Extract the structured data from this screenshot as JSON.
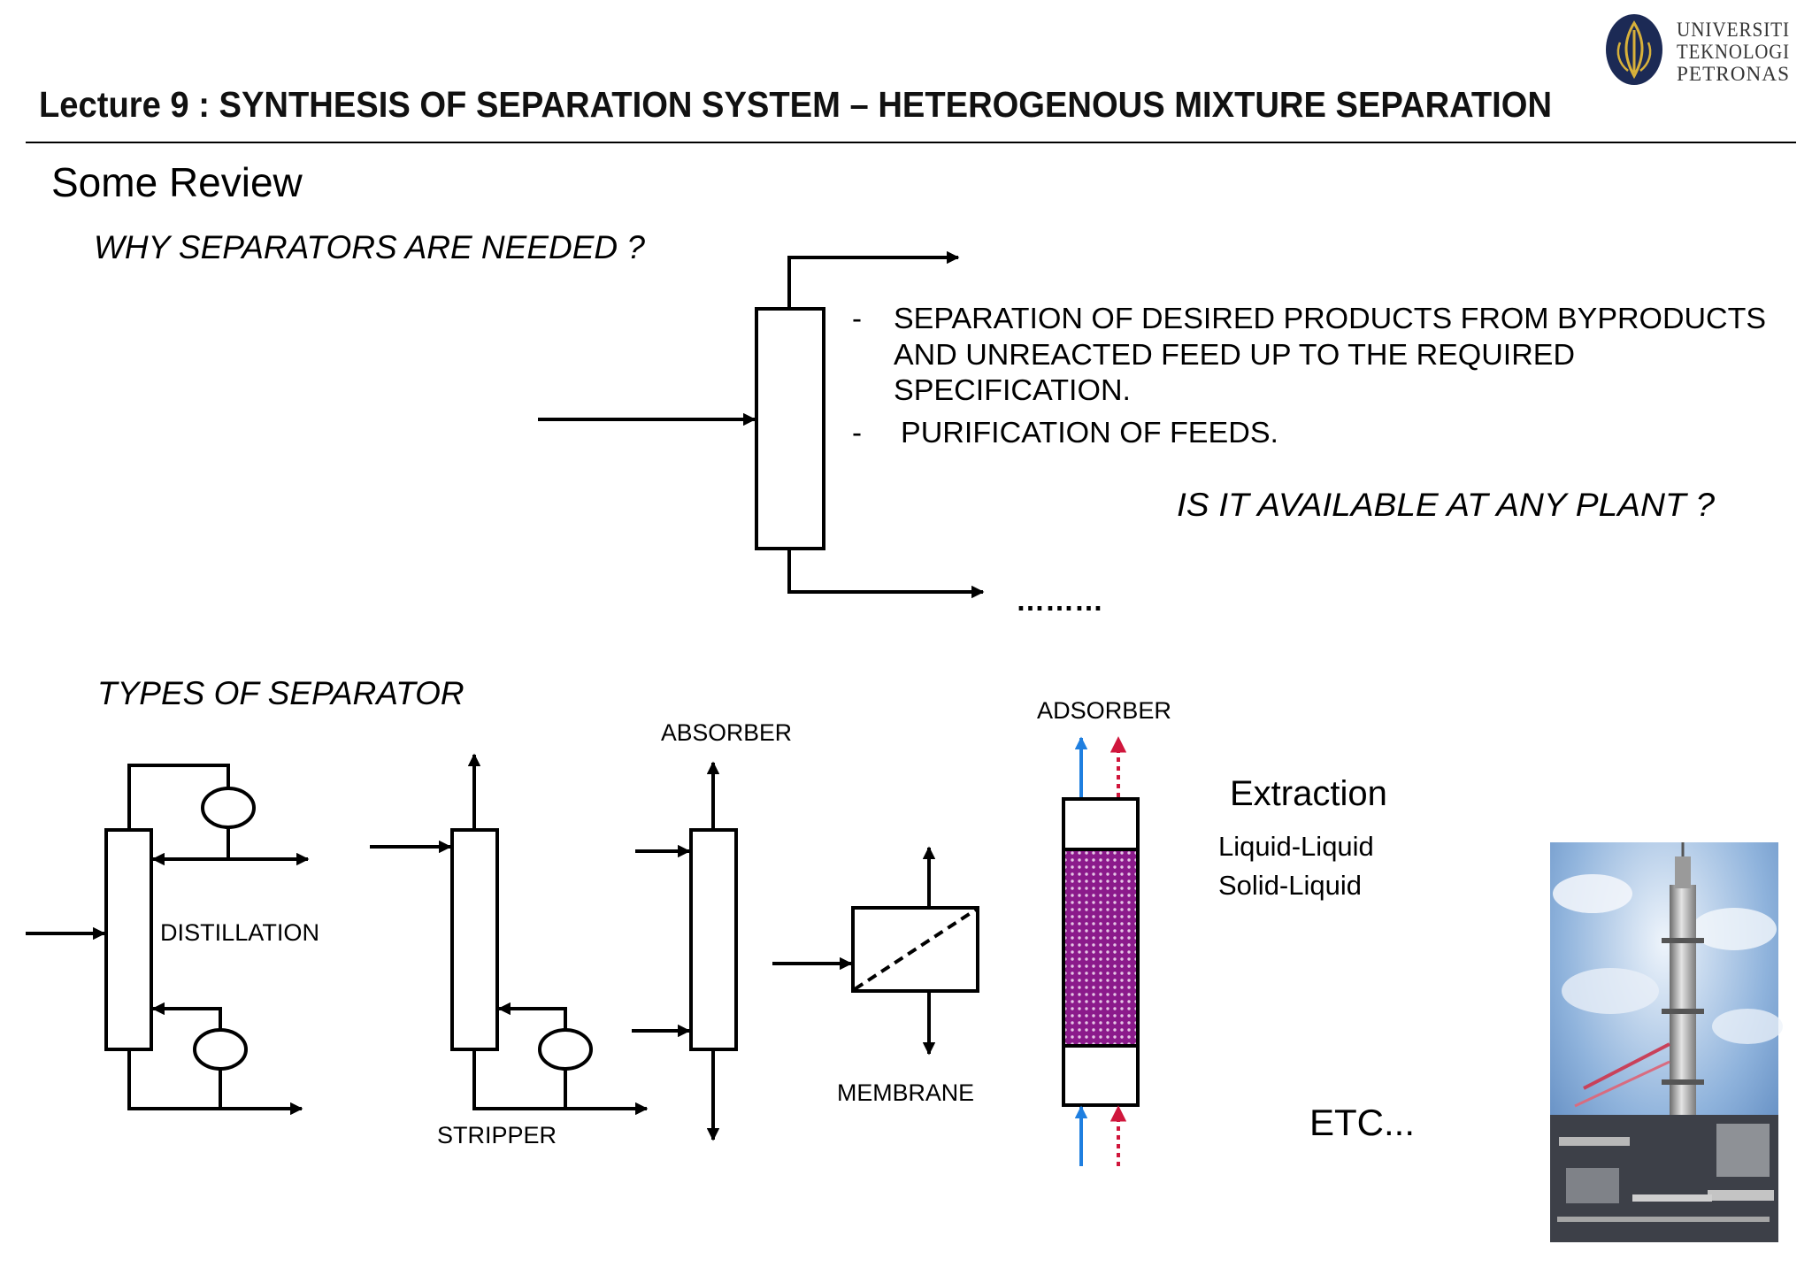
{
  "header": {
    "lecture_title": "Lecture 9  : SYNTHESIS OF SEPARATION SYSTEM – HETEROGENOUS MIXTURE SEPARATION",
    "logo_lines": [
      "UNIVERSITI",
      "TEKNOLOGI",
      "PETRONAS"
    ]
  },
  "review": {
    "heading": "Some Review",
    "question": "WHY SEPARATORS ARE NEEDED ?",
    "bullet_dash": "-",
    "bullet1_lines": [
      "SEPARATION OF DESIRED PRODUCTS FROM BYPRODUCTS",
      "AND UNREACTED FEED UP TO THE REQUIRED",
      "SPECIFICATION."
    ],
    "bullet2": "PURIFICATION OF FEEDS.",
    "availability_question": "IS IT AVAILABLE AT ANY PLANT ?",
    "ellipsis": "………"
  },
  "types": {
    "heading": "TYPES OF SEPARATOR",
    "distillation": "DISTILLATION",
    "stripper": "STRIPPER",
    "absorber": "ABSORBER",
    "membrane": "MEMBRANE",
    "adsorber": "ADSORBER",
    "extraction": {
      "heading": "Extraction",
      "items": [
        "Liquid-Liquid",
        "Solid-Liquid"
      ]
    },
    "etc": "ETC..."
  },
  "colors": {
    "line": "#000000",
    "arrow_blue": "#1f7fe0",
    "arrow_red": "#d0163c",
    "packing": "#8b1a8b"
  }
}
